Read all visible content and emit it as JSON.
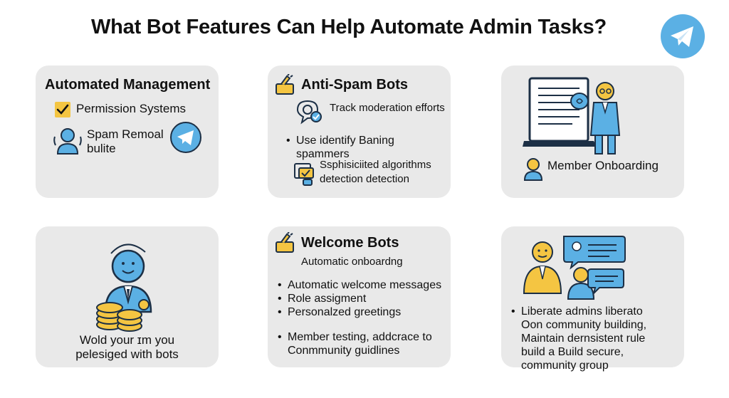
{
  "title": "What Bot Features Can Help Automate Admin Tasks?",
  "colors": {
    "accent_blue": "#5BB0E4",
    "yellow": "#F4C542",
    "card_bg": "#E9E9E9"
  },
  "icons": [
    "telegram-icon",
    "checkbox-icon",
    "person-icon",
    "broom-icon",
    "shield-icon",
    "lock-icon",
    "laptop-icon",
    "presenter-icon",
    "avatar-icon",
    "businessman-icon",
    "coins-icon",
    "chat-icon"
  ],
  "cards": {
    "automated": {
      "heading": "Automated Management",
      "item1": "Permission Systems",
      "item2_line1": "Spam Remoal",
      "item2_line2": "bulite"
    },
    "antispam": {
      "heading": "Anti-Spam Bots",
      "line1": "Track moderation efforts",
      "line2": "Use identify Baning spammers",
      "line3a": "Ssphisiciited algorithms",
      "line3b": "detection detection"
    },
    "onboarding": {
      "label": "Member Onboarding"
    },
    "bots": {
      "line1": "Wold your  ɪm you",
      "line2": "pelesiged with bots"
    },
    "welcome": {
      "heading": "Welcome Bots",
      "subheading": "Automatic onboardng",
      "bullets": [
        "Automatic welcome messages",
        "Role assigment",
        "Personalzed greetings"
      ],
      "extra_line1": "Member testing, addcrace to",
      "extra_line2": "Conmmunity guidlines"
    },
    "liberate": {
      "lines": [
        "Liberate admins liberato",
        "Oon community building,",
        "Maintain dernsistent rule",
        "build a Build secure,",
        "community group"
      ]
    }
  }
}
